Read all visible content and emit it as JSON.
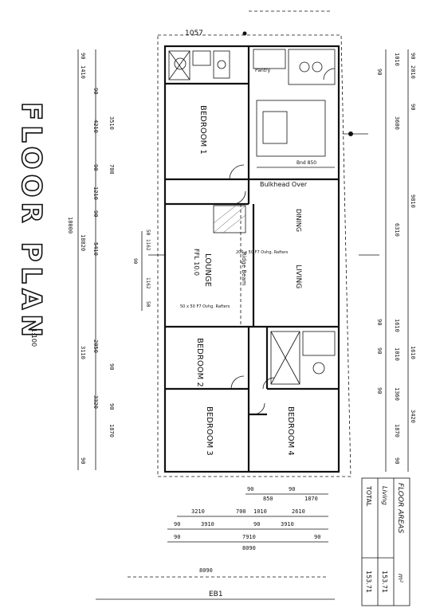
{
  "title": "FLOOR PLAN",
  "scale_note": "1:100",
  "top_label": "1057",
  "rooms": {
    "bedroom1": "BEDROOM 1",
    "bedroom2": "BEDROOM 2",
    "bedroom3": "BEDROOM 3",
    "bedroom4": "BEDROOM 4",
    "lounge": "LOUNGE",
    "lounge_ffl": "FFL 10.0",
    "dining": "DINING",
    "living": "LIVING",
    "pantry": "Pantry",
    "bulkhead": "Bulkhead Over",
    "beam_top": "200 x 50 F7 Ovhg. Rafters",
    "beam_mid": "Ridge Beam",
    "beam_bottom": "50 x 50 F7 Ovhg. Rafters",
    "bench": "Bnd 850"
  },
  "dims_left_outer": [
    "90",
    "1410",
    "90",
    "3510",
    "4210",
    "90",
    "700",
    "1210",
    "90",
    "18820",
    "5410",
    "2050",
    "3110",
    "90",
    "3320",
    "90",
    "1870",
    "90"
  ],
  "dims_left_total": "18000",
  "dims_left_inner": [
    "50",
    "1162",
    "90",
    "1162",
    "50"
  ],
  "dims_right": [
    "90",
    "2010",
    "1010",
    "90",
    "90",
    "3600",
    "9810",
    "6310",
    "1610",
    "90",
    "1610",
    "1010",
    "90",
    "1360",
    "90",
    "1870",
    "3420",
    "90"
  ],
  "dims_bottom_row1": [
    "90",
    "850",
    "90",
    "1870"
  ],
  "dims_bottom_row2": [
    "3210",
    "700",
    "1010",
    "2610"
  ],
  "dims_bottom_row3": [
    "90",
    "3910",
    "90",
    "3910"
  ],
  "dims_bottom_row4": [
    "90",
    "7910",
    "90"
  ],
  "dims_bottom_total": "8090",
  "dims_bottom_outer": "8090",
  "eb_label": "EB1",
  "floor_areas": {
    "heading": "FLOOR AREAS",
    "unit": "m²",
    "rows": [
      {
        "label": "Living",
        "value": "153.71"
      },
      {
        "label": "TOTAL",
        "value": "153.71"
      }
    ]
  }
}
